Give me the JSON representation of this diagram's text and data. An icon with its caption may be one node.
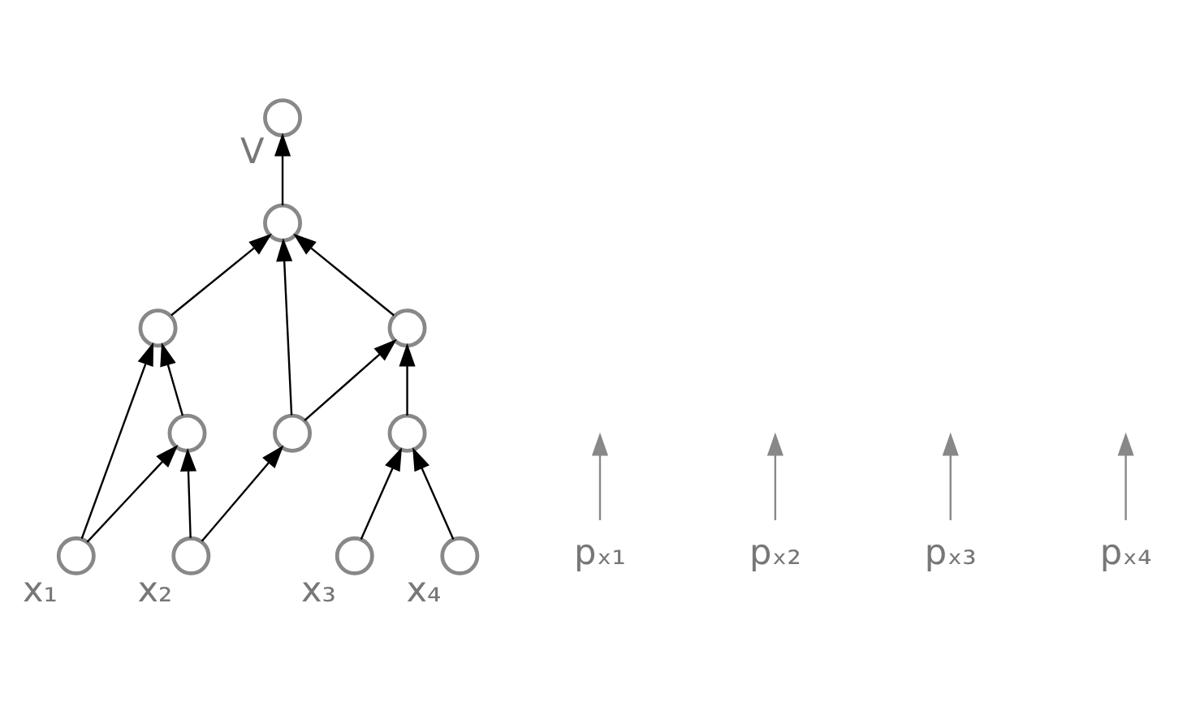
{
  "diagram": {
    "nodes": [
      {
        "text": [],
        "shape": "circle",
        "beside": [
          "V"
        ]
      },
      {
        "text": [],
        "shape": "circle"
      },
      {
        "text": [],
        "shape": "circle"
      },
      {
        "text": [],
        "shape": "circle"
      },
      {
        "text": [],
        "shape": "circle"
      },
      {
        "text": [],
        "shape": "circle"
      },
      {
        "text": [],
        "shape": "circle"
      },
      {
        "text": [],
        "shape": "circle",
        "beside": [
          "x₁"
        ]
      },
      {
        "text": [],
        "shape": "circle",
        "beside": [
          "x₂"
        ]
      },
      {
        "text": [],
        "shape": "circle",
        "beside": [
          "x₃"
        ]
      },
      {
        "text": [],
        "shape": "circle",
        "beside": [
          "x₄"
        ]
      },
      {
        "text": [
          "pₓ₁"
        ]
      },
      {
        "text": [
          "pₓ₂"
        ]
      },
      {
        "text": [
          "pₓ₃"
        ]
      },
      {
        "text": [
          "pₓ₄"
        ]
      }
    ],
    "edges": [
      {
        "from": 7,
        "to": 3,
        "arrow": "to"
      },
      {
        "from": 7,
        "to": 4,
        "arrow": "to"
      },
      {
        "from": 8,
        "to": 4,
        "arrow": "to"
      },
      {
        "from": 8,
        "to": 5,
        "arrow": "to"
      },
      {
        "from": 4,
        "to": 3,
        "arrow": "to"
      },
      {
        "from": 3,
        "to": 1,
        "arrow": "to"
      },
      {
        "from": 5,
        "to": 1,
        "arrow": "to"
      },
      {
        "from": 5,
        "to": 2,
        "arrow": "to"
      },
      {
        "from": 1,
        "to": 0,
        "arrow": "to"
      },
      {
        "from": 2,
        "to": 1,
        "arrow": "to"
      },
      {
        "from": 6,
        "to": 2,
        "arrow": "to"
      },
      {
        "from": 9,
        "to": 6,
        "arrow": "to"
      },
      {
        "from": 10,
        "to": 6,
        "arrow": "to"
      },
      {
        "from": 11,
        "to": null,
        "arrow": "to",
        "color": "#888888"
      },
      {
        "from": 12,
        "to": null,
        "arrow": "to",
        "color": "#888888"
      },
      {
        "from": 13,
        "to": null,
        "arrow": "to",
        "color": "#888888"
      },
      {
        "from": 14,
        "to": null,
        "arrow": "to",
        "color": "#888888"
      }
    ]
  }
}
